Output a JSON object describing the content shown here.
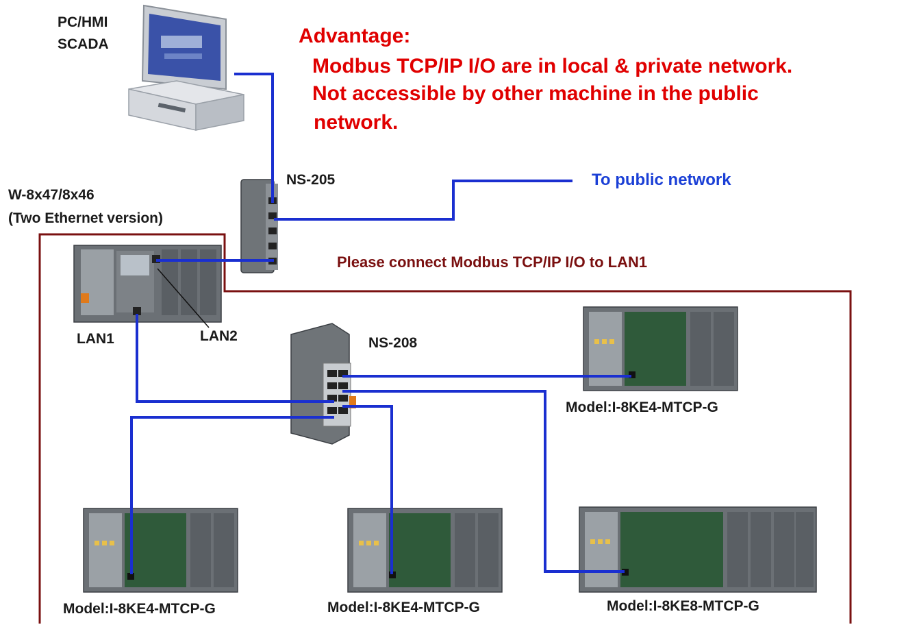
{
  "colors": {
    "cable": "#1a2fd0",
    "zone_border": "#7a1010",
    "advantage_text": "#e00000",
    "public_text": "#1a3fd6",
    "device_gray": "#6f7478"
  },
  "labels": {
    "pc_line1": "PC/HMI",
    "pc_line2": "SCADA",
    "ns205": "NS-205",
    "ns208": "NS-208",
    "wp_line1": "W-8x47/8x46",
    "wp_line2": "(Two Ethernet version)",
    "lan1": "LAN1",
    "lan2": "LAN2",
    "public": "To public network",
    "connect_note": "Please connect Modbus TCP/IP I/O to LAN1"
  },
  "advantage": {
    "title": "Advantage:",
    "line1": "Modbus TCP/IP I/O are in local & private network.",
    "line2": "Not accessible by other machine in the public",
    "line3": "network."
  },
  "devices": {
    "io_right_top": "Model:I-8KE4-MTCP-G",
    "io_bottom_left": "Model:I-8KE4-MTCP-G",
    "io_bottom_mid": "Model:I-8KE4-MTCP-G",
    "io_bottom_right": "Model:I-8KE8-MTCP-G"
  }
}
